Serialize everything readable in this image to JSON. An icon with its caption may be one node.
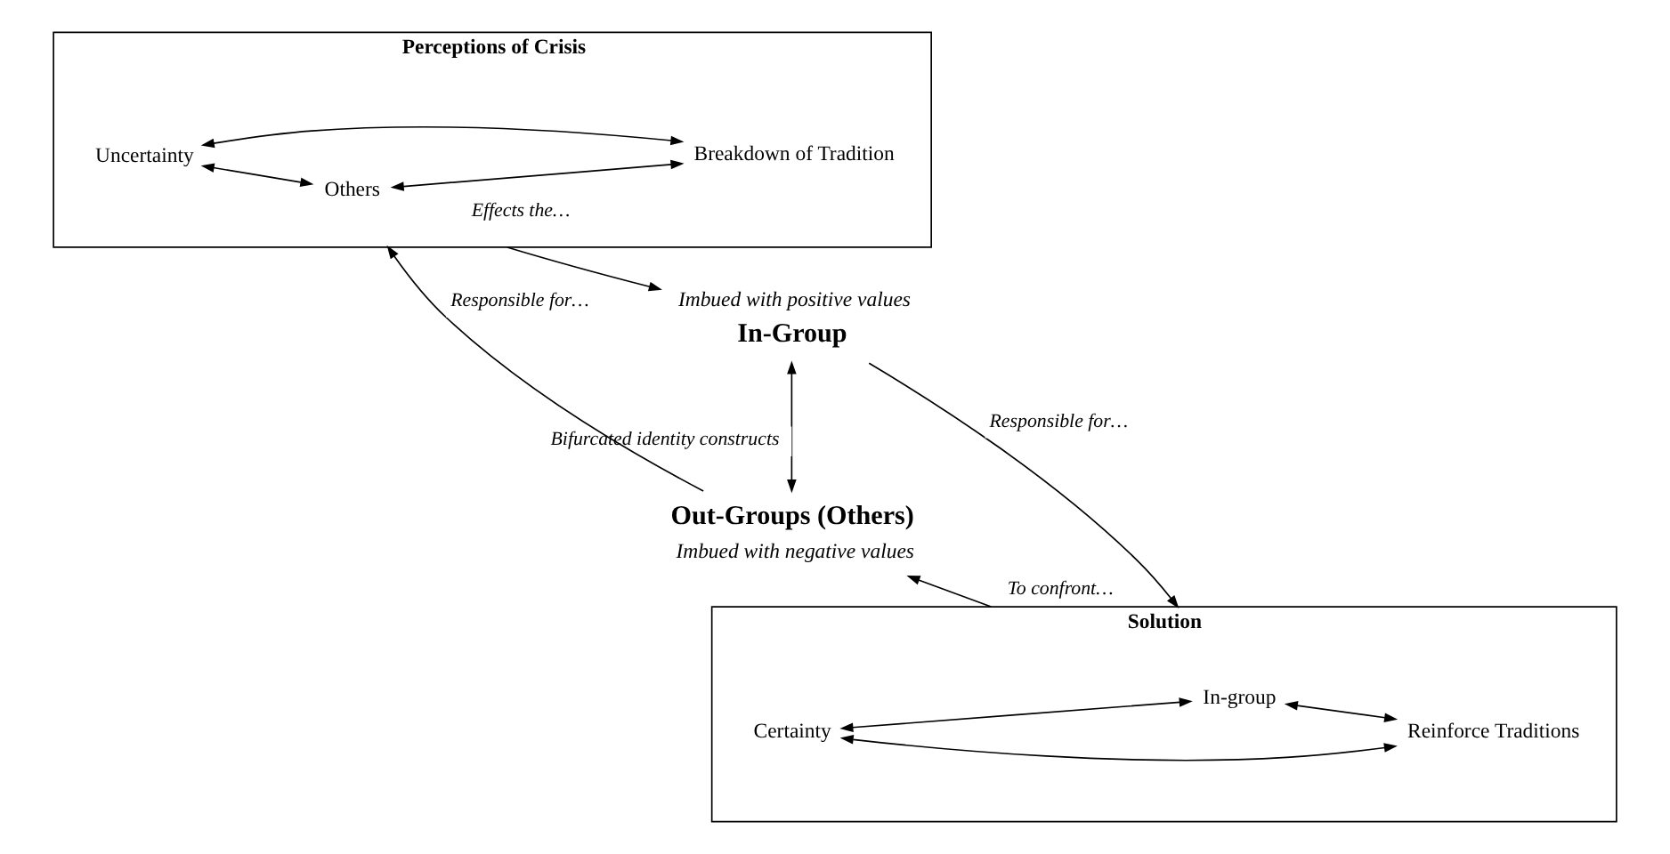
{
  "diagram": {
    "nodes": [
      {
        "text": [
          "Perceptions of Crisis"
        ]
      },
      {
        "text": [
          "Uncertainty"
        ],
        "in": 0
      },
      {
        "text": [
          "Others"
        ],
        "in": 0
      },
      {
        "text": [
          "Breakdown of Tradition"
        ],
        "in": 0
      },
      {
        "text": [
          "In-Group"
        ],
        "beside": [
          "Imbued with positive values"
        ]
      },
      {
        "text": [
          "Out-Groups (Others)"
        ],
        "beside": [
          "Imbued with negative values"
        ]
      },
      {
        "text": [
          "Solution"
        ]
      },
      {
        "text": [
          "Certainty"
        ],
        "in": 6
      },
      {
        "text": [
          "In-group"
        ],
        "in": 6
      },
      {
        "text": [
          "Reinforce Traditions"
        ],
        "in": 6
      }
    ],
    "edges": [
      {
        "from": 0,
        "to": 4,
        "arrow": "to",
        "label": "Effects the…"
      },
      {
        "from": 4,
        "to": 6,
        "arrow": "to",
        "label": "Responsible for…"
      },
      {
        "from": 4,
        "to": 5,
        "arrow": "both",
        "label": "Bifurcated identity constructs"
      },
      {
        "from": 6,
        "to": 5,
        "arrow": "to",
        "label": "To confront…"
      },
      {
        "from": 5,
        "to": 0,
        "arrow": "to",
        "label": "Responsible for…"
      },
      {
        "from": 1,
        "to": 2,
        "arrow": "both"
      },
      {
        "from": 1,
        "to": 3,
        "arrow": "both"
      },
      {
        "from": 2,
        "to": 3,
        "arrow": "both"
      },
      {
        "from": 7,
        "to": 8,
        "arrow": "both"
      },
      {
        "from": 7,
        "to": 9,
        "arrow": "both"
      },
      {
        "from": 8,
        "to": 9,
        "arrow": "both"
      }
    ]
  }
}
